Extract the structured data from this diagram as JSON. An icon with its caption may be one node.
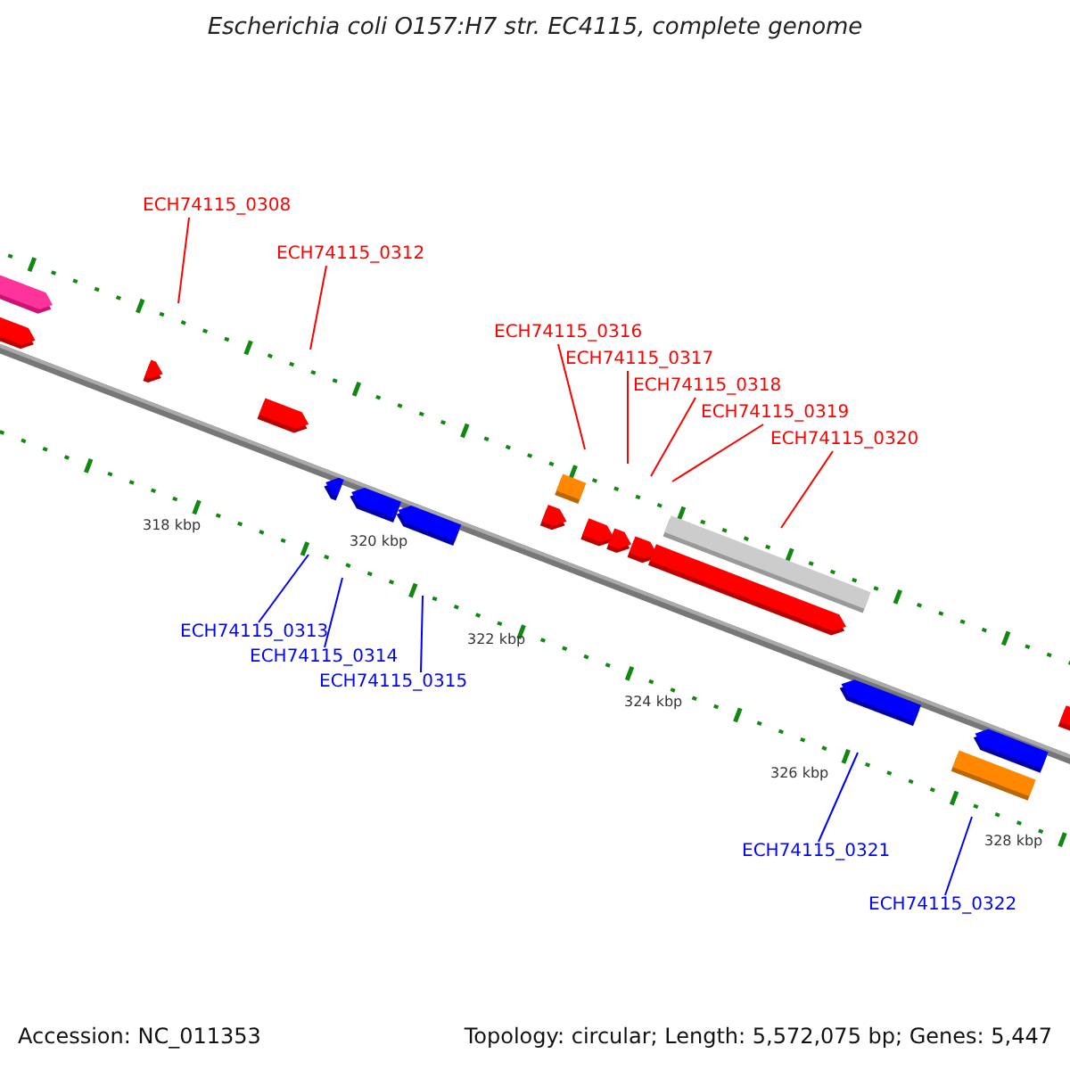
{
  "diagram": {
    "title": "Escherichia coli O157:H7 str. EC4115, complete genome",
    "nodes": [
      {
        "text": [
          "ECH74115_0308"
        ]
      },
      {
        "text": [
          "ECH74115_0312"
        ]
      },
      {
        "text": [
          "ECH74115_0316"
        ]
      },
      {
        "text": [
          "ECH74115_0317"
        ]
      },
      {
        "text": [
          "ECH74115_0318"
        ]
      },
      {
        "text": [
          "ECH74115_0319"
        ]
      },
      {
        "text": [
          "ECH74115_0320"
        ]
      },
      {
        "text": [
          "ECH74115_0313"
        ]
      },
      {
        "text": [
          "ECH74115_0314"
        ]
      },
      {
        "text": [
          "ECH74115_0315"
        ]
      },
      {
        "text": [
          "ECH74115_0321"
        ]
      },
      {
        "text": [
          "ECH74115_0322"
        ]
      }
    ],
    "edges": [
      {
        "from": 0,
        "to": null,
        "arrow": "none"
      },
      {
        "from": 1,
        "to": null,
        "arrow": "none"
      },
      {
        "from": 2,
        "to": null,
        "arrow": "none"
      },
      {
        "from": 3,
        "to": null,
        "arrow": "none"
      },
      {
        "from": 4,
        "to": null,
        "arrow": "none"
      },
      {
        "from": 5,
        "to": null,
        "arrow": "none"
      },
      {
        "from": 6,
        "to": null,
        "arrow": "none"
      },
      {
        "from": 7,
        "to": null,
        "arrow": "none",
        "color": "#0000ff"
      },
      {
        "from": 8,
        "to": null,
        "arrow": "none",
        "color": "#0000ff"
      },
      {
        "from": 9,
        "to": null,
        "arrow": "none",
        "color": "#0000ff"
      },
      {
        "from": 10,
        "to": null,
        "arrow": "none",
        "color": "#0000ff"
      },
      {
        "from": 11,
        "to": null,
        "arrow": "none",
        "color": "#0000ff"
      }
    ],
    "labels": [
      "318 kbp",
      "320 kbp",
      "322 kbp",
      "324 kbp",
      "326 kbp",
      "328 kbp",
      "Accession: NC_011353",
      "Topology: circular; Length: 5,572,075 bp; Genes: 5,447"
    ]
  }
}
